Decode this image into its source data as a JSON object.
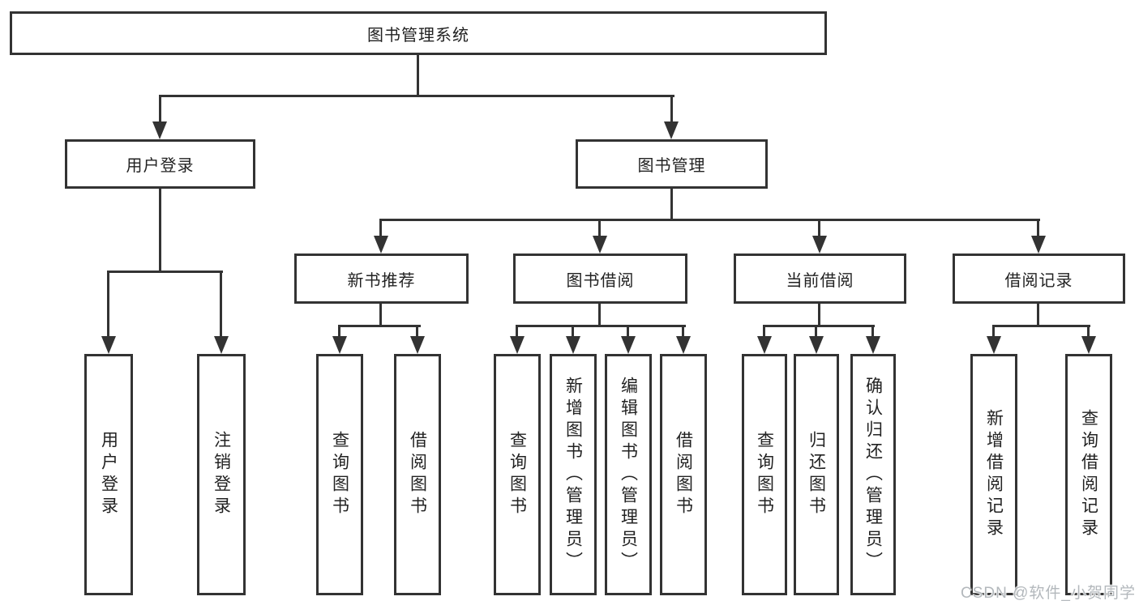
{
  "diagram_title": "图书管理系统",
  "nodes": {
    "root": {
      "label": "图书管理系统"
    },
    "user_login": {
      "label": "用户登录"
    },
    "book_management": {
      "label": "图书管理"
    },
    "new_book_recommend": {
      "label": "新书推荐"
    },
    "book_borrowing": {
      "label": "图书借阅"
    },
    "current_borrowing": {
      "label": "当前借阅"
    },
    "borrowing_records": {
      "label": "借阅记录"
    },
    "leaf_user_login": {
      "label": "用户登录"
    },
    "leaf_logout": {
      "label": "注销登录"
    },
    "leaf_query_books_recommend": {
      "label": "查询图书"
    },
    "leaf_borrow_books_recommend": {
      "label": "借阅图书"
    },
    "leaf_query_books_borrowing": {
      "label": "查询图书"
    },
    "leaf_add_books_admin": {
      "label": "新增图书（管理员）"
    },
    "leaf_edit_books_admin": {
      "label": "编辑图书（管理员）"
    },
    "leaf_borrow_books_borrowing": {
      "label": "借阅图书"
    },
    "leaf_query_books_current": {
      "label": "查询图书"
    },
    "leaf_return_books": {
      "label": "归还图书"
    },
    "leaf_confirm_return_admin": {
      "label": "确认归还（管理员）"
    },
    "leaf_add_borrow_record": {
      "label": "新增借阅记录"
    },
    "leaf_query_borrow_record": {
      "label": "查询借阅记录"
    }
  },
  "watermark": {
    "text": "CSDN @软件_小贺同学"
  },
  "colors": {
    "line": "#333333",
    "box_border": "#333333",
    "text": "#222222",
    "background": "#ffffff",
    "watermark": "#b3b8bc"
  }
}
